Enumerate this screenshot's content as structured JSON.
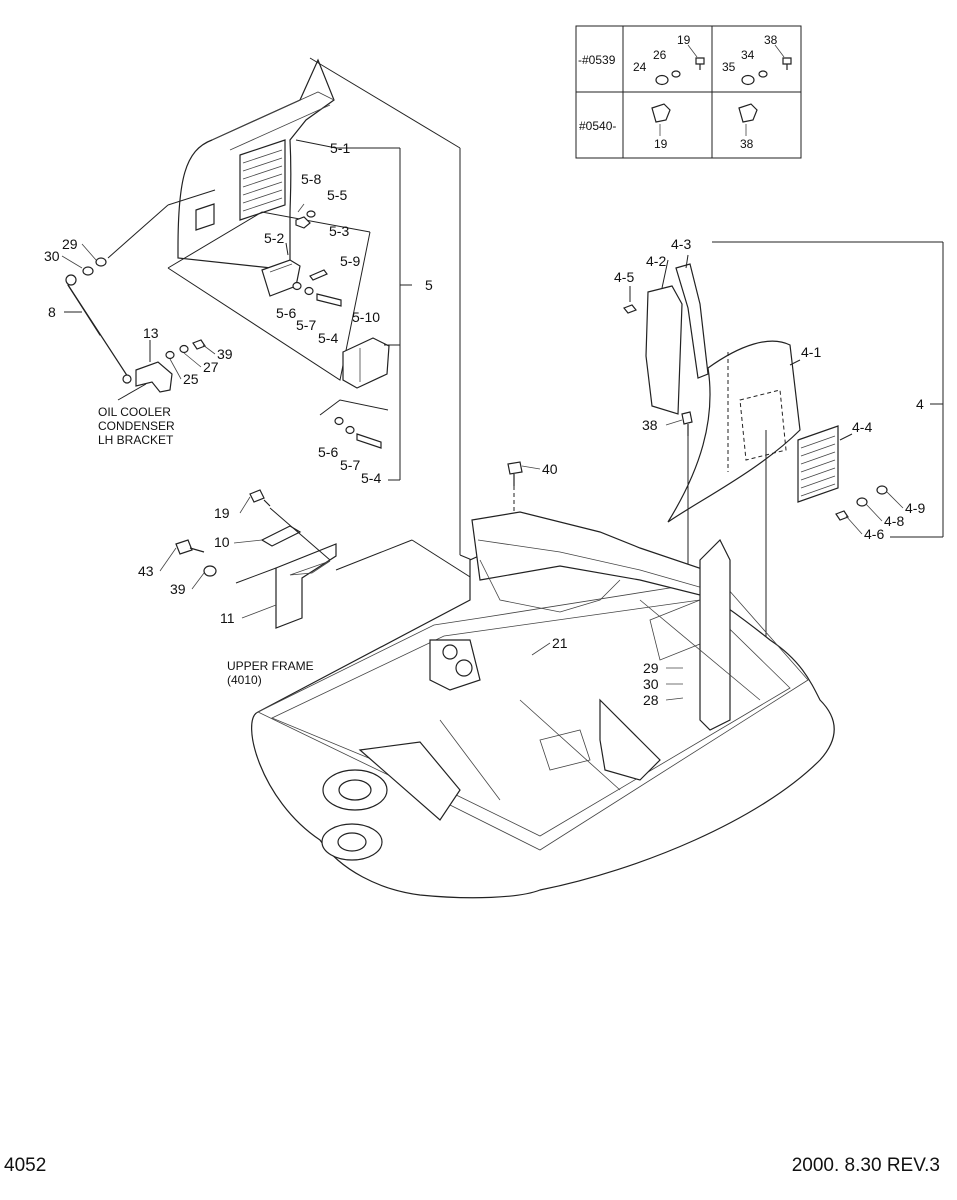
{
  "page_number": "4052",
  "date_rev": "2000. 8.30  REV.3",
  "serial_table": {
    "rows": [
      {
        "label": "-#0539",
        "cell_a": [
          "19",
          "26",
          "24"
        ],
        "cell_b": [
          "38",
          "34",
          "35"
        ]
      },
      {
        "label": "#0540-",
        "cell_a": [
          "19"
        ],
        "cell_b": [
          "38"
        ]
      }
    ]
  },
  "notes": {
    "bracket_line1": "OIL COOLER",
    "bracket_line2": "CONDENSER",
    "bracket_line3": "LH BRACKET",
    "frame_line1": "UPPER FRAME",
    "frame_line2": "(4010)"
  },
  "callouts": {
    "c5_1": "5-1",
    "c5_8": "5-8",
    "c5_5": "5-5",
    "c5_3": "5-3",
    "c5_2": "5-2",
    "c5_9": "5-9",
    "c5": "5",
    "c5_6a": "5-6",
    "c5_7a": "5-7",
    "c5_4a": "5-4",
    "c5_10": "5-10",
    "c5_6b": "5-6",
    "c5_7b": "5-7",
    "c5_4b": "5-4",
    "c29a": "29",
    "c30a": "30",
    "c8": "8",
    "c13": "13",
    "c25": "25",
    "c27": "27",
    "c39a": "39",
    "c4_3": "4-3",
    "c4_2": "4-2",
    "c4_5": "4-5",
    "c4_1": "4-1",
    "c4": "4",
    "c38": "38",
    "c4_4": "4-4",
    "c4_9": "4-9",
    "c4_8": "4-8",
    "c4_6": "4-6",
    "c40": "40",
    "c19": "19",
    "c10": "10",
    "c43": "43",
    "c39b": "39",
    "c11": "11",
    "c21": "21",
    "c29b": "29",
    "c30b": "30",
    "c28": "28"
  }
}
